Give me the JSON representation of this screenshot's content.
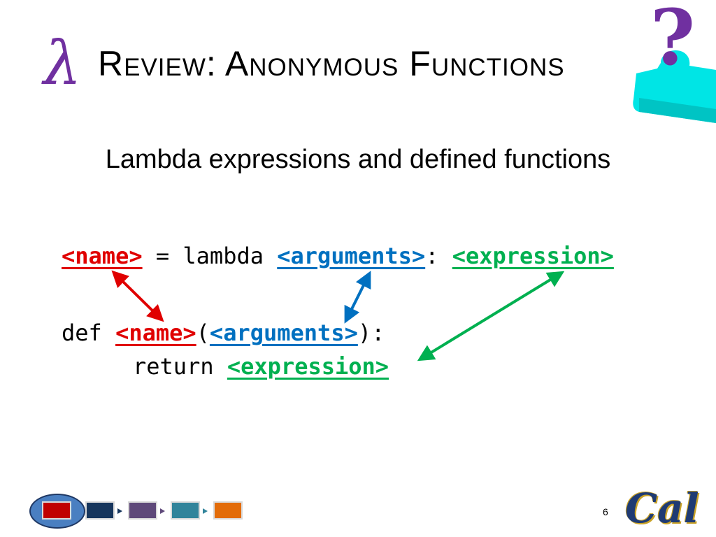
{
  "title": {
    "symbol": "λ",
    "text": "Review: Anonymous Functions"
  },
  "subtitle": "Lambda expressions and defined functions",
  "code": {
    "line1": {
      "name": "<name>",
      "assign": " = lambda ",
      "arguments": "<arguments>",
      "colon": ": ",
      "expression": "<expression>"
    },
    "line2": {
      "def": "def ",
      "name": "<name>",
      "open": "(",
      "arguments": "<arguments>",
      "close": "):"
    },
    "line3": {
      "return": "return ",
      "expression": "<expression>"
    }
  },
  "colors": {
    "name": "#e00000",
    "arguments": "#0070c0",
    "expression": "#00b050",
    "lambda": "#7030a0",
    "question_mark": "#7030a0",
    "question_figure": "#00e5e5"
  },
  "navigation": {
    "boxes": [
      "#c00000",
      "#17365d",
      "#5f497a",
      "#31849b",
      "#e36c09"
    ],
    "current_index": 0
  },
  "page_number": "6",
  "logo_text": "Cal"
}
